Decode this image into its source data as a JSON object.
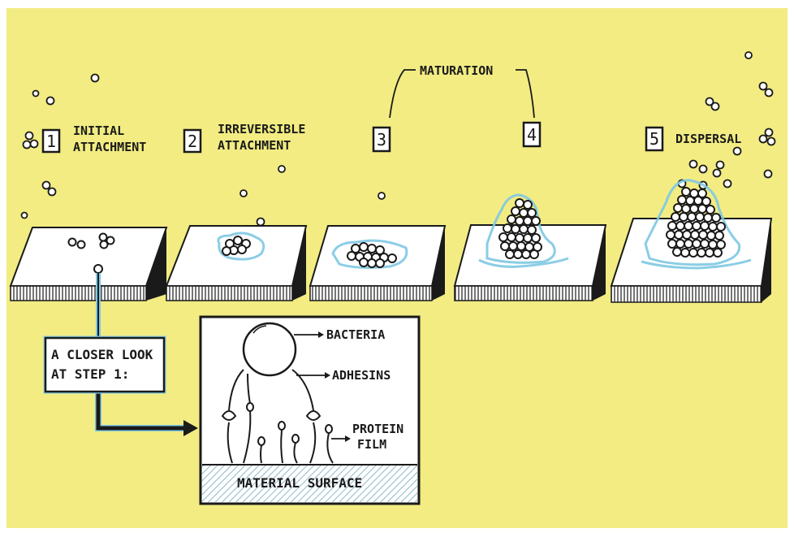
{
  "stages": [
    {
      "number": "1",
      "label_lines": [
        "INITIAL",
        "ATTACHMENT"
      ]
    },
    {
      "number": "2",
      "label_lines": [
        "IRREVERSIBLE",
        "ATTACHMENT"
      ]
    },
    {
      "number": "3",
      "label_lines": []
    },
    {
      "number": "4",
      "label_lines": []
    },
    {
      "number": "5",
      "label_lines": [
        "DISPERSAL"
      ]
    }
  ],
  "maturation_label": "MATURATION",
  "closer_look": {
    "line1": "A CLOSER LOOK",
    "line2": "AT STEP 1:"
  },
  "detail": {
    "bacteria_label": "BACTERIA",
    "adhesins_label": "ADHESINS",
    "protein_film_line1": "PROTEIN",
    "protein_film_line2": "FILM",
    "surface_label": "MATERIAL SURFACE"
  },
  "colors": {
    "background": "#f2ec83",
    "slab_top": "#ffffff",
    "outline": "#1a1a1a",
    "biofilm_glow": "#7ec8e3"
  }
}
